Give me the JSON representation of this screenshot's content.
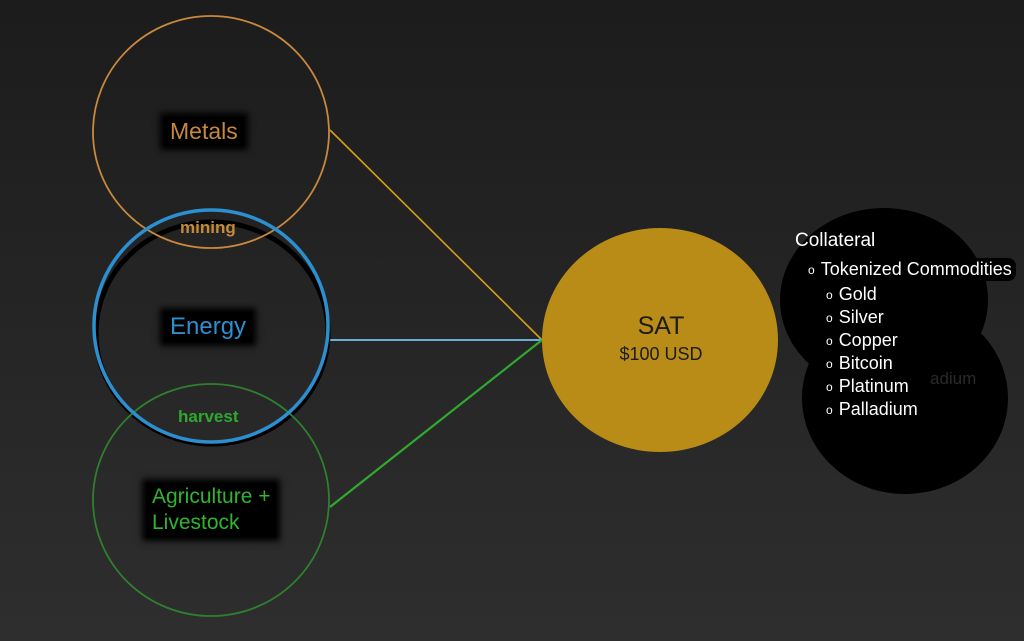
{
  "circles": {
    "metals": {
      "label": "Metals",
      "color": "#c8893c"
    },
    "energy": {
      "label": "Energy",
      "color": "#2c8fd0"
    },
    "agriculture": {
      "label": "Agriculture + Livestock",
      "line1": "Agriculture +",
      "line2": "Livestock",
      "color": "#2fb52f"
    }
  },
  "overlaps": {
    "mining": "mining",
    "harvest": "harvest"
  },
  "sat": {
    "title": "SAT",
    "value": "$100 USD",
    "color": "#b88c16"
  },
  "collateral": {
    "title": "Collateral",
    "bullet": "o",
    "category": "Tokenized Commodities",
    "items": [
      "Gold",
      "Silver",
      "Copper",
      "Bitcoin",
      "Platinum",
      "Palladium"
    ],
    "ghost_text": "adium"
  }
}
